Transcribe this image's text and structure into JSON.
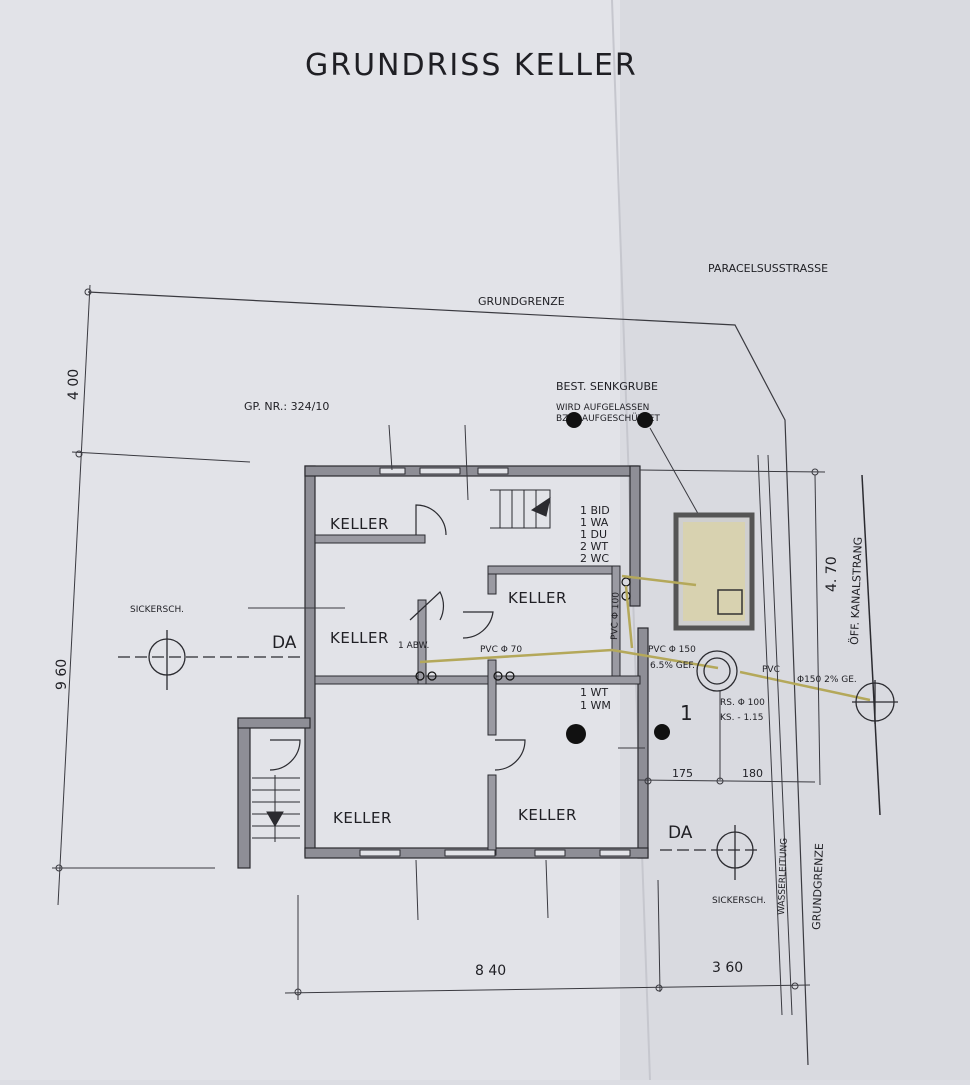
{
  "title": "GRUNDRISS KELLER",
  "street": "PARACELSUSSTRASSE",
  "boundary_top": "GRUNDGRENZE",
  "boundary_right": "GRUNDGRENZE",
  "parcel": "GP. NR.:  324/10",
  "cesspit": {
    "title": "BEST. SENKGRUBE",
    "note1": "WIRD  AUFGELASSEN",
    "note2": "BZW. AUFGESCHÜTTET"
  },
  "rooms": {
    "top_left": "KELLER",
    "mid_left": "KELLER",
    "center": "KELLER",
    "bottom_left": "KELLER",
    "bottom_right": "KELLER"
  },
  "fixtures": [
    "1 BID",
    "1 WA",
    "1 DU",
    "2 WT",
    "2 WC"
  ],
  "abw": "1 ABW.",
  "laundry": [
    "1 WT",
    "1 WM"
  ],
  "room_number": "1",
  "pipes": {
    "pvc70": "PVC  Φ 70",
    "pvc150a": "PVC  Φ 150",
    "slope_a": "6.5% GEF.",
    "pvc100v": "PVC  Φ 100",
    "pvc": "PVC",
    "pvc150b": "Φ150  2% GE.",
    "rs": "RS. Φ 100",
    "ks": "KS. - 1.15"
  },
  "sewer": "ÖFF. KANALSTRANG",
  "water": "WASSERLEITUNG",
  "seepage_left": "SICKERSCH.",
  "seepage_right": "SICKERSCH.",
  "da_left": "DA",
  "da_right": "DA",
  "dims": {
    "d400": "4 00",
    "d960": "9 60",
    "d840": "8 40",
    "d360": "3 60",
    "d470": "4. 70",
    "d175": "175",
    "d180": "180"
  }
}
